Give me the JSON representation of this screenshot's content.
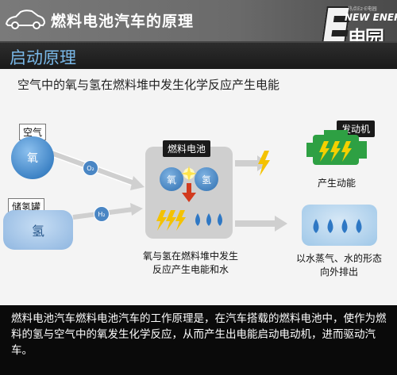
{
  "header": {
    "title": "燃料电池汽车的原理"
  },
  "logo": {
    "small_text": "热点Ez·E电园",
    "brand_en": "NEW ENERGY",
    "brand_cn": "电园"
  },
  "slide": {
    "heading": "启动原理",
    "subtitle": "空气中的氧与氢在燃料堆中发生化学反应产生电能",
    "air_label": "空气",
    "oxygen": "氧",
    "o2": "O₂",
    "tank_label": "储氢罐",
    "hydrogen": "氢",
    "h2": "H₂",
    "fuel_cell_label": "燃料电池",
    "cell_oxygen": "氧",
    "cell_hydrogen": "氢",
    "cell_caption_1": "氧与氢在燃料堆中发生",
    "cell_caption_2": "反应产生电能和水",
    "engine_label": "发动机",
    "engine_caption": "产生动能",
    "water_caption_1": "以水蒸气、水的形态",
    "water_caption_2": "向外排出"
  },
  "description": "燃料电池汽车燃料电池汽车的工作原理是，在汽车搭载的燃料电池中，使作为燃料的氢与空气中的氧发生化学反应，从而产生出电能启动电动机，进而驱动汽车。"
}
